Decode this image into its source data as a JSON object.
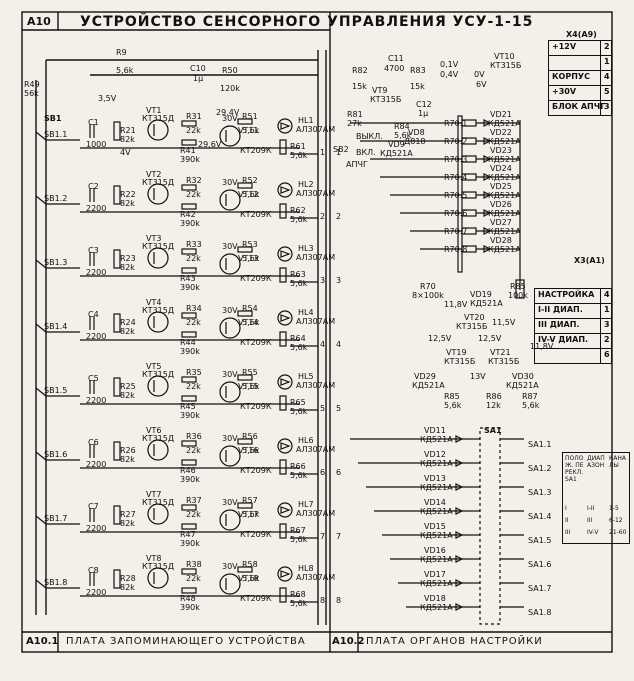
{
  "header": {
    "block_id": "А10",
    "title": "УСТРОЙСТВО СЕНСОРНОГО УПРАВЛЕНИЯ УСУ-1-15"
  },
  "footer": {
    "left_id": "А10.1",
    "left_title": "ПЛАТА ЗАПОМИНАЮЩЕГО УСТРОЙСТВА",
    "right_id": "А10.2",
    "right_title": "ПЛАТА ОРГАНОВ НАСТРОЙКИ"
  },
  "connector_x4": {
    "title": "Х4(А9)",
    "rows": [
      {
        "label": "+12V",
        "pin": "2"
      },
      {
        "label": "",
        "pin": "1"
      },
      {
        "label": "КОРПУС",
        "pin": "4"
      },
      {
        "label": "+30V",
        "pin": "5"
      },
      {
        "label": "БЛОК АПЧГ",
        "pin": "3"
      }
    ]
  },
  "connector_x3": {
    "title": "Х3(А1)",
    "rows": [
      {
        "label": "НАСТРОЙКА",
        "pin": "4"
      },
      {
        "label": "I-II ДИАП.",
        "pin": "1"
      },
      {
        "label": "III ДИАП.",
        "pin": "3"
      },
      {
        "label": "IV-V ДИАП.",
        "pin": "2"
      },
      {
        "label": "",
        "pin": "6"
      }
    ]
  },
  "band_table": {
    "headers": [
      "ПОЛОЖ. ПЕРЕКЛ. SA1",
      "ДИАПАЗОН",
      "КАНАЛЫ"
    ],
    "rows": [
      [
        "I",
        "I-II",
        "1-5"
      ],
      [
        "II",
        "III",
        "6-12"
      ],
      [
        "III",
        "IV-V",
        "21-60"
      ]
    ]
  },
  "cells": [
    {
      "sb": "SB1.1",
      "c": "C1",
      "cv": "1000",
      "rin": "R21",
      "rinv": "82k",
      "vt_a": "VT1",
      "vt_a_t": "КТ315Д",
      "r_b": "R31",
      "r_bv": "22k",
      "r_c": "R41",
      "r_cv": "390k",
      "vt_b": "VT11",
      "vt_b_t": "КТ209К",
      "r_l": "R51",
      "r_lv": "5,6k",
      "hl": "HL1",
      "hl_t": "АЛ307АМ",
      "r_o": "R61",
      "r_ov": "5,6k",
      "pin": "1",
      "v": "30V"
    },
    {
      "sb": "SB1.2",
      "c": "C2",
      "cv": "2200",
      "rin": "R22",
      "rinv": "82k",
      "vt_a": "VT2",
      "vt_a_t": "КТ315Д",
      "r_b": "R32",
      "r_bv": "22k",
      "r_c": "R42",
      "r_cv": "390k",
      "vt_b": "VT12",
      "vt_b_t": "КТ209К",
      "r_l": "R52",
      "r_lv": "5,6k",
      "hl": "HL2",
      "hl_t": "АЛ307АМ",
      "r_o": "R62",
      "r_ov": "5,6k",
      "pin": "2",
      "v": "30V"
    },
    {
      "sb": "SB1.3",
      "c": "C3",
      "cv": "2200",
      "rin": "R23",
      "rinv": "82k",
      "vt_a": "VT3",
      "vt_a_t": "КТ315Д",
      "r_b": "R33",
      "r_bv": "22k",
      "r_c": "R43",
      "r_cv": "390k",
      "vt_b": "VT13",
      "vt_b_t": "КТ209К",
      "r_l": "R53",
      "r_lv": "5,6k",
      "hl": "HL3",
      "hl_t": "АЛ307АМ",
      "r_o": "R63",
      "r_ov": "5,6k",
      "pin": "3",
      "v": "30V"
    },
    {
      "sb": "SB1.4",
      "c": "C4",
      "cv": "2200",
      "rin": "R24",
      "rinv": "82k",
      "vt_a": "VT4",
      "vt_a_t": "КТ315Д",
      "r_b": "R34",
      "r_bv": "22k",
      "r_c": "R44",
      "r_cv": "390k",
      "vt_b": "VT14",
      "vt_b_t": "КТ209К",
      "r_l": "R54",
      "r_lv": "5,6k",
      "hl": "HL4",
      "hl_t": "АЛ307АМ",
      "r_o": "R64",
      "r_ov": "5,6k",
      "pin": "4",
      "v": "30V"
    },
    {
      "sb": "SB1.5",
      "c": "C5",
      "cv": "2200",
      "rin": "R25",
      "rinv": "82k",
      "vt_a": "VT5",
      "vt_a_t": "КТ315Д",
      "r_b": "R35",
      "r_bv": "22k",
      "r_c": "R45",
      "r_cv": "390k",
      "vt_b": "VT15",
      "vt_b_t": "КТ209К",
      "r_l": "R55",
      "r_lv": "5,6k",
      "hl": "HL5",
      "hl_t": "АЛ307АМ",
      "r_o": "R65",
      "r_ov": "5,6k",
      "pin": "5",
      "v": "30V"
    },
    {
      "sb": "SB1.6",
      "c": "C6",
      "cv": "2200",
      "rin": "R26",
      "rinv": "82k",
      "vt_a": "VT6",
      "vt_a_t": "КТ315Д",
      "r_b": "R36",
      "r_bv": "22k",
      "r_c": "R46",
      "r_cv": "390k",
      "vt_b": "VT16",
      "vt_b_t": "КТ209К",
      "r_l": "R56",
      "r_lv": "5,6k",
      "hl": "HL6",
      "hl_t": "АЛ307АМ",
      "r_o": "R66",
      "r_ov": "5,6k",
      "pin": "6",
      "v": "30V"
    },
    {
      "sb": "SB1.7",
      "c": "C7",
      "cv": "2200",
      "rin": "R27",
      "rinv": "82k",
      "vt_a": "VT7",
      "vt_a_t": "КТ315Д",
      "r_b": "R37",
      "r_bv": "22k",
      "r_c": "R47",
      "r_cv": "390k",
      "vt_b": "VT17",
      "vt_b_t": "КТ209К",
      "r_l": "R57",
      "r_lv": "5,6k",
      "hl": "HL7",
      "hl_t": "АЛ307АМ",
      "r_o": "R67",
      "r_ov": "5,6k",
      "pin": "7",
      "v": "30V"
    },
    {
      "sb": "SB1.8",
      "c": "C8",
      "cv": "2200",
      "rin": "R28",
      "rinv": "82k",
      "vt_a": "VT8",
      "vt_a_t": "КТ315Д",
      "r_b": "R38",
      "r_bv": "22k",
      "r_c": "R48",
      "r_cv": "390k",
      "vt_b": "VT18",
      "vt_b_t": "КТ209К",
      "r_l": "R58",
      "r_lv": "5,6k",
      "hl": "HL8",
      "hl_t": "АЛ307АМ",
      "r_o": "R68",
      "r_ov": "5,6k",
      "pin": "8",
      "v": "30V"
    }
  ],
  "top_parts": {
    "sb1": "SB1",
    "r9": "R9",
    "r9v": "5,6k",
    "r49": "R49",
    "r49v": "56k",
    "c10": "C10",
    "c10v": "1µ",
    "r50": "R50",
    "r50v": "120k",
    "r82": "R82",
    "r82v": "15k",
    "c11": "C11",
    "c11v": "4700",
    "r83": "R83",
    "r83v": "15k",
    "vt10": "VT10",
    "vt10_t": "КТ315Б",
    "vt9": "VT9",
    "vt9_t": "КТ315Б",
    "r81": "R81",
    "r81v": "27k",
    "r84": "R84",
    "r84v": "5,6k",
    "c12": "C12",
    "c12v": "1µ",
    "vd9": "VD9",
    "vd9_t": "КД521А",
    "vd8": "VD8",
    "vd8_t": "Д818",
    "sb2": "SB2",
    "apchg": "АПЧГ",
    "vkl": "ВКЛ.",
    "vykl": "ВЫКЛ.",
    "v35": "3,5V",
    "v4": "4V",
    "v29": "29,4V",
    "v296": "29,6V",
    "v0": "0V",
    "v04": "0,4V",
    "v6": "6V",
    "v01": "0,1V",
    "r85": "R85",
    "r85v": "100k",
    "r70": "R70",
    "r70v": "8×100k",
    "vd19": "VD19",
    "vd19_t": "КД521А",
    "vt20": "VT20",
    "vt20_t": "КТ315Б",
    "vt19": "VT19",
    "vt19_t": "КТ315Б",
    "vt21": "VT21",
    "vt21_t": "КТ315Б",
    "vd29": "VD29",
    "vd29_t": "КД521А",
    "vd30": "VD30",
    "vd30_t": "КД521А",
    "r85b": "R85",
    "r85bv": "5,6k",
    "r86": "R86",
    "r86v": "12k",
    "r87": "R87",
    "r87v": "5,6k",
    "v118": "11,8V",
    "v125a": "12,5V",
    "v125b": "12,5V",
    "v115": "11,5V",
    "v118b": "11,8V",
    "v13": "13V",
    "sa1": "SA1"
  },
  "vd_top": [
    "VD21",
    "VD22",
    "VD23",
    "VD24",
    "VD25",
    "VD26",
    "VD27",
    "VD28"
  ],
  "vd_top_t": "КД521А",
  "r70_taps": [
    "R70.1",
    "R70.2",
    "R70.3",
    "R70.4",
    "R70.5",
    "R70.6",
    "R70.7",
    "R70.8"
  ],
  "vd_bot": [
    "VD11",
    "VD12",
    "VD13",
    "VD14",
    "VD15",
    "VD16",
    "VD17",
    "VD18"
  ],
  "vd_bot_t": "КД521А",
  "sa_groups": [
    "SA1.1",
    "SA1.2",
    "SA1.3",
    "SA1.4",
    "SA1.5",
    "SA1.6",
    "SA1.7",
    "SA1.8"
  ]
}
